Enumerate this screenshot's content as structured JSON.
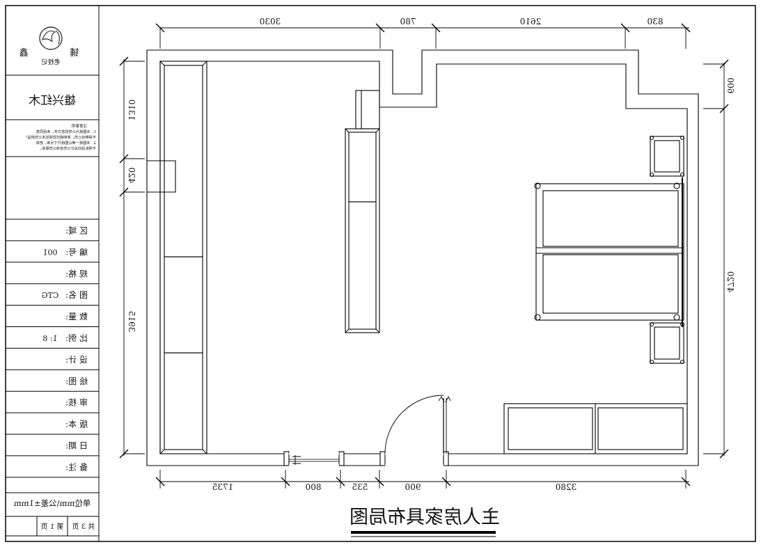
{
  "title_block": {
    "logo_text": "老桂记",
    "logo_left_char": "鑫",
    "logo_right_char": "铺",
    "company": "雄兴红木",
    "notes_title": "注意事项:",
    "notes_lines": [
      "1、本图纸为公司机密文件，未经同意",
      "不得带出公司，复制或仿冒侵犯本公司权益！",
      "2、本图纸一律以图纸尺寸为准，若有",
      "不明处请向设计公司咨询公司联系。"
    ],
    "fields": [
      {
        "label": "区 域:",
        "value": ""
      },
      {
        "label": "编 号:",
        "value": "001"
      },
      {
        "label": "规 格:",
        "value": ""
      },
      {
        "label": "图 名:",
        "value": "CTG"
      },
      {
        "label": "数 量:",
        "value": ""
      },
      {
        "label": "比 例:",
        "value": "1: 8"
      },
      {
        "label": "设 计:",
        "value": ""
      },
      {
        "label": "绘 图:",
        "value": ""
      },
      {
        "label": "审 核:",
        "value": ""
      },
      {
        "label": "版 本:",
        "value": ""
      },
      {
        "label": "日 期:",
        "value": ""
      },
      {
        "label": "备 注:",
        "value": ""
      }
    ],
    "unit_note": "单位mm\\公差±1mm",
    "page_total": "共 3 页",
    "page_current": "第 1 页"
  },
  "drawing_title": "主人房家具布局图",
  "dimensions": {
    "top": [
      "3030",
      "780",
      "2610",
      "830"
    ],
    "bottom": [
      "1735",
      "800",
      "535",
      "900",
      "3280"
    ],
    "left": [
      "1310",
      "420",
      "3915"
    ],
    "right": [
      "600",
      "4720"
    ]
  }
}
